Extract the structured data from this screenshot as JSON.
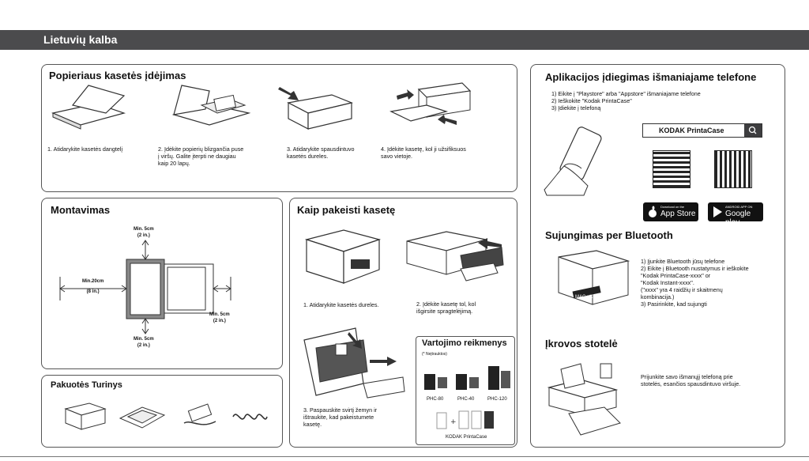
{
  "header": {
    "language": "Lietuvių kalba"
  },
  "cassette_insert": {
    "title": "Popieriaus kasetės įdėjimas",
    "steps": [
      "1. Atidarykite kasetės dangtelį",
      "2. Įdėkite popierių blizgančia puse\n  į viršų. Galite įterpti ne daugiau\n  kaip 20 lapų.",
      "3. Atidarykite spausdintuvo\n  kasetės dureles.",
      "4. Įdėkite kasetę, kol ji užsifiksuos\n  savo vietoje."
    ]
  },
  "mounting": {
    "title": "Montavimas",
    "labels": {
      "top": "Min. 5cm\n(2 in.)",
      "left": "Min.20cm\n(8 in.)",
      "right": "Min. 5cm\n(2 in.)",
      "bottom": "Min. 5cm\n(2 in.)"
    }
  },
  "package": {
    "title": "Pakuotės Turinys"
  },
  "replace": {
    "title": "Kaip pakeisti kasetę",
    "steps": [
      "1. Atidarykite kasetės dureles.",
      "2. Įdėkite kasetę tol, kol\n  išgirsite spragtelėjimą.",
      "3. Paspauskite svirtį žemyn ir\n  ištraukite, kad pakeistumete\n  kasetę."
    ]
  },
  "consumables": {
    "title": "Vartojimo reikmenys",
    "note": "(* Neįtrauktos)",
    "items": [
      "PHC-80",
      "PHC-40",
      "PHC-120"
    ],
    "app_label": "KODAK PrintaCase"
  },
  "app_install": {
    "title": "Aplikacijos įdiegimas išmaniajame telefone",
    "steps": "1) Eikite į \"Playstore\" arba \"Appstore\" išmaniajame telefone\n2) Ieškokite \"Kodak PrintaCase\"\n3) Įdiekite į telefoną",
    "search_label": "KODAK PrintaCase",
    "appstore_small": "Download on the",
    "appstore_big": "App Store",
    "play_small": "ANDROID APP ON",
    "play_big": "Google play"
  },
  "bluetooth": {
    "title": "Sujungimas per Bluetooth",
    "steps": "1) Įjunkite Bluetooth jūsų telefone\n2) Eikite į Bluetooth nustatymus ir ieškokite\n   \"Kodak PrintaCase-xxxx\" or\n   \"Kodak Instant-xxxx\".\n   (\"xxxx\" yra 4 raidžių ir skaitmenų\n   kombinacija.)\n3) Pasirinkite, kad sujungti",
    "mac_label": "MAC : XXXX"
  },
  "dock": {
    "title": "Įkrovos stotelė",
    "text": "Prijunkite savo išmanųjį telefoną prie\nstotelės, esančios spausdintuvo viršuje."
  }
}
